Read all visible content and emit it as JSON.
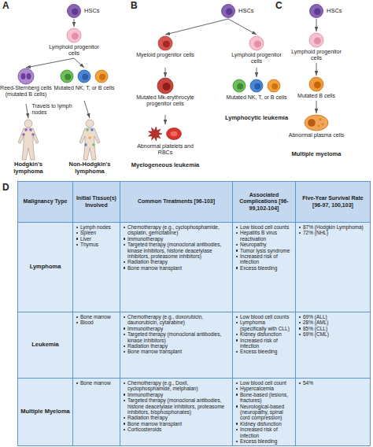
{
  "diagram": {
    "nodes": [
      {
        "text": [
          "HSCs"
        ]
      },
      {
        "text": [
          "Lymphoid progenitor cells"
        ]
      },
      {
        "text": [
          "Reed-Sternberg cells (mutated B cells)"
        ]
      },
      {
        "text": [
          "Mutated NK, T, or B cells"
        ]
      },
      {
        "text": [
          "Hodgkin's lymphoma"
        ]
      },
      {
        "text": [
          "Non-Hodgkin's lymphoma"
        ]
      },
      {
        "text": [
          "HSCs"
        ]
      },
      {
        "text": [
          "Myeloid progenitor cells"
        ]
      },
      {
        "text": [
          "Lymphoid progenitor cells"
        ]
      },
      {
        "text": [
          "Mutated Mk-erythrocyte progenitor cells"
        ]
      },
      {
        "text": [
          "Abnormal platelets and RBCs"
        ]
      },
      {
        "text": [
          "Mutated NK, T, or B cells"
        ]
      },
      {
        "text": [
          "HSCs"
        ]
      },
      {
        "text": [
          "Lymphoid progenitor cells"
        ]
      },
      {
        "text": [
          "Mutated B cells"
        ]
      },
      {
        "text": [
          "Abnormal plasma cells"
        ]
      }
    ],
    "edges": [
      {
        "from": 0,
        "to": 1,
        "arrow": "to"
      },
      {
        "from": 1,
        "to": 2,
        "arrow": "to"
      },
      {
        "from": 1,
        "to": 3,
        "arrow": "to"
      },
      {
        "from": 2,
        "to": 4,
        "label": "Travels to lymph nodes",
        "arrow": "to"
      },
      {
        "from": 3,
        "to": 5,
        "arrow": "to"
      },
      {
        "from": 6,
        "to": 7,
        "arrow": "to"
      },
      {
        "from": 6,
        "to": 8,
        "arrow": "to"
      },
      {
        "from": 7,
        "to": 9,
        "arrow": "to"
      },
      {
        "from": 9,
        "to": 10,
        "arrow": "to"
      },
      {
        "from": 8,
        "to": 11,
        "arrow": "to"
      },
      {
        "from": 12,
        "to": 13,
        "arrow": "to"
      },
      {
        "from": 13,
        "to": 14,
        "arrow": "to"
      },
      {
        "from": 14,
        "to": 15,
        "arrow": "to"
      }
    ],
    "labels": [
      "A",
      "B",
      "Myelogeneous leukemia",
      "Lymphocytic leukemia",
      "C",
      "Multiple myeloma",
      "D",
      "Malignancy Type",
      "Initial Tissue(s) Involved",
      "Common Treatments [96-103]",
      "Associated Complications [96-99,102-104]",
      "Five-Year Survival Rate [96-97, 100,103]",
      "Lymphoma",
      "Lymph nodes",
      "Spleen",
      "Liver",
      "Thymus",
      "Chemotherapy (e.g., cyclophosphamide, cisplatin, gemcitabine)",
      "Immunotherapy",
      "Targeted therapy (monoclonal antibodies, kinase inhibitors, histone deacetylase inhibitors, proteasome inhibitors)",
      "Radiation therapy",
      "Bone marrow transplant",
      "Low blood cell counts",
      "Hepatitis B virus reactivation",
      "Neuropathy",
      "Tumor lysis syndrome",
      "Increased risk of infection",
      "Excess bleeding",
      "87% (Hodgkin Lymphoma)",
      "72% (NHL)",
      "Leukemia",
      "Bone marrow",
      "Blood",
      "Chemotherapy (e.g., doxorubicin, daunorubicin, cytarabine)",
      "Immunotherapy",
      "Targeted therapy (monoclonal antibodies, kinase inhibitors)",
      "Radiation therapy",
      "Bone marrow transplant",
      "Low blood cell counts",
      "Lymphoma (specifically with CLL)",
      "Kidney disfunction",
      "Increased risk of infection",
      "Excess bleeding",
      "69% (ALL)",
      "28% (AML)",
      "85% (CLL)",
      "69% (CML)",
      "Multiple Myeloma",
      "Bone marrow",
      "Chemotherapy (e.g., Doxil, cyclophosphamide, melphalan)",
      "Immunotherapy",
      "Targeted therapy (monoclonal antibodies, histone deacetylase inhibitors, proteasome inhibitors, bisphosphonates)",
      "Radiation therapy",
      "Bone marrow transplant",
      "Corticosteroids",
      "Low blood cell count",
      "Hypercalcemia",
      "Bone-based (lesions, fractures)",
      "Neurological-based (neuropathy, spinal cord compression)",
      "Kidney disfunction",
      "Increased risk of infection",
      "Excess bleeding",
      "54%"
    ]
  }
}
